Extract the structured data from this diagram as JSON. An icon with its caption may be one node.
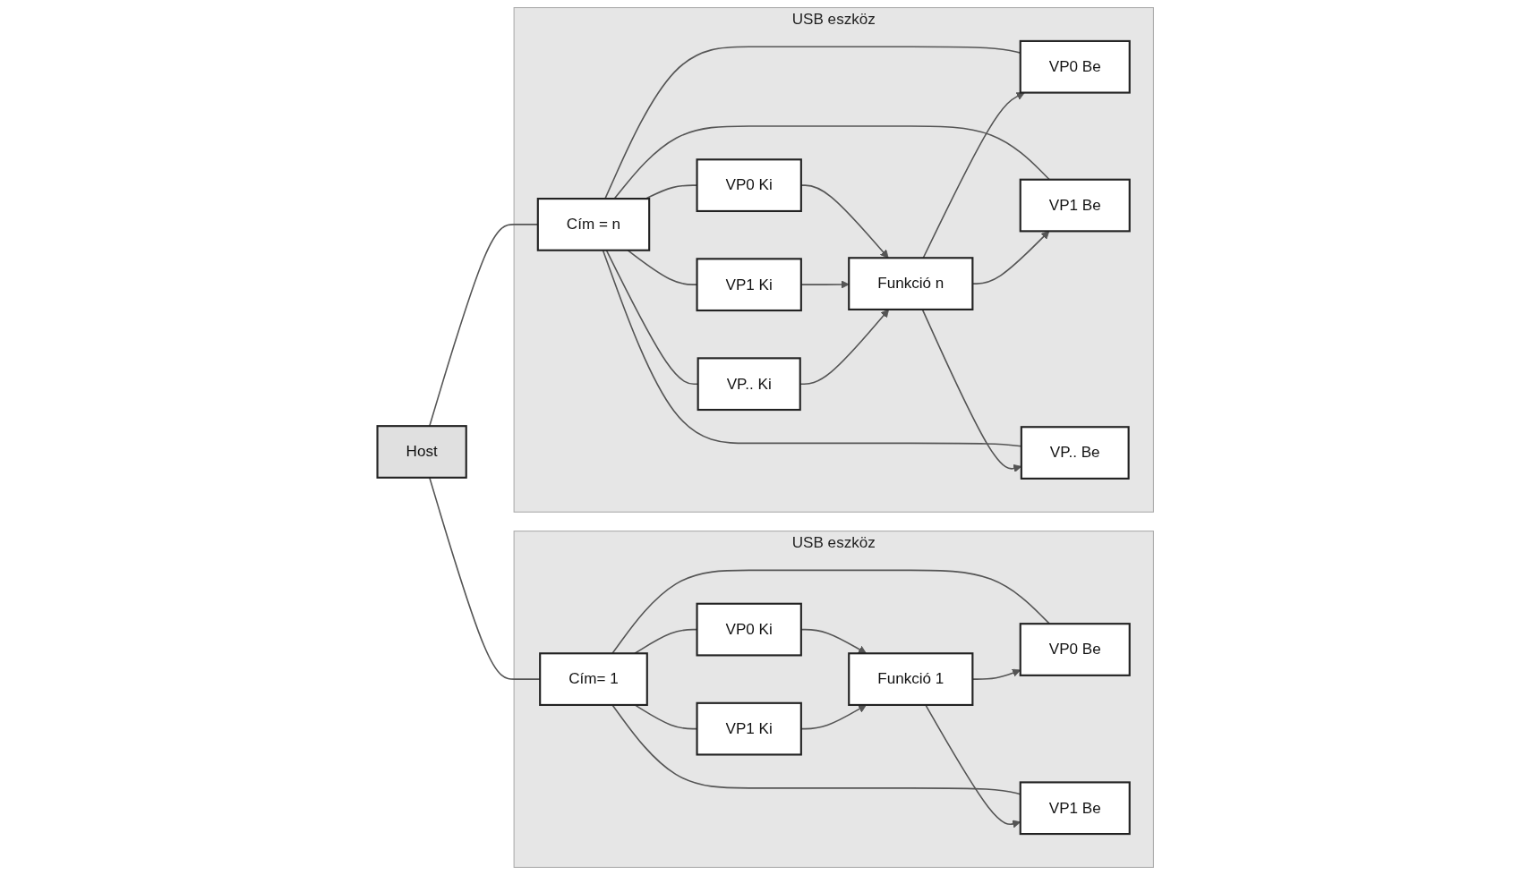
{
  "diagram": {
    "nodes": [
      {
        "text": [
          "Host"
        ]
      },
      {
        "text": [
          "USB eszköz"
        ]
      },
      {
        "text": [
          "Cím= 1"
        ],
        "in": 1
      },
      {
        "text": [
          "VP0 Be"
        ],
        "in": 1
      },
      {
        "text": [
          "VP0 Ki"
        ],
        "in": 1
      },
      {
        "text": [
          "VP1 Be"
        ],
        "in": 1
      },
      {
        "text": [
          "VP1 Ki"
        ],
        "in": 1
      },
      {
        "text": [
          "Funkció 1"
        ],
        "in": 1
      },
      {
        "text": [
          "USB eszköz"
        ]
      },
      {
        "text": [
          "Cím = n"
        ],
        "in": 8
      },
      {
        "text": [
          "VP0 Be"
        ],
        "in": 8
      },
      {
        "text": [
          "VP0 Ki"
        ],
        "in": 8
      },
      {
        "text": [
          "VP1 Be"
        ],
        "in": 8
      },
      {
        "text": [
          "VP1 Ki"
        ],
        "in": 8
      },
      {
        "text": [
          "VP.. Be"
        ],
        "in": 8
      },
      {
        "text": [
          "VP.. Ki"
        ],
        "in": 8
      },
      {
        "text": [
          "Funkció n"
        ],
        "in": 8
      }
    ],
    "edges": [
      {
        "from": 0,
        "to": 2,
        "arrow": "none"
      },
      {
        "from": 0,
        "to": 9,
        "arrow": "none"
      },
      {
        "from": 2,
        "to": 3,
        "arrow": "none"
      },
      {
        "from": 2,
        "to": 4,
        "arrow": "none"
      },
      {
        "from": 2,
        "to": 5,
        "arrow": "none"
      },
      {
        "from": 2,
        "to": 6,
        "arrow": "none"
      },
      {
        "from": 7,
        "to": 3,
        "arrow": "to"
      },
      {
        "from": 4,
        "to": 7,
        "arrow": "to"
      },
      {
        "from": 7,
        "to": 5,
        "arrow": "to"
      },
      {
        "from": 6,
        "to": 7,
        "arrow": "to"
      },
      {
        "from": 9,
        "to": 10,
        "arrow": "none"
      },
      {
        "from": 9,
        "to": 11,
        "arrow": "none"
      },
      {
        "from": 9,
        "to": 12,
        "arrow": "none"
      },
      {
        "from": 9,
        "to": 13,
        "arrow": "none"
      },
      {
        "from": 9,
        "to": 14,
        "arrow": "none"
      },
      {
        "from": 9,
        "to": 15,
        "arrow": "none"
      },
      {
        "from": 16,
        "to": 10,
        "arrow": "to"
      },
      {
        "from": 11,
        "to": 16,
        "arrow": "to"
      },
      {
        "from": 16,
        "to": 12,
        "arrow": "to"
      },
      {
        "from": 13,
        "to": 16,
        "arrow": "to"
      },
      {
        "from": 16,
        "to": 14,
        "arrow": "to"
      },
      {
        "from": 15,
        "to": 16,
        "arrow": "to"
      }
    ]
  }
}
